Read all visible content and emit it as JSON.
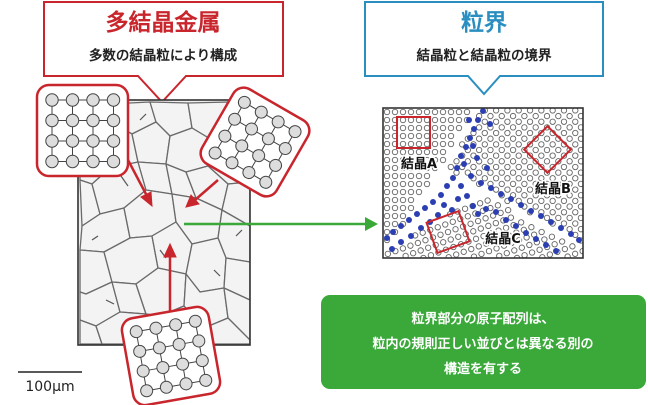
{
  "polycrystal": {
    "title": "多結晶金属",
    "subtitle": "多数の結晶粒により構成"
  },
  "grain_boundary": {
    "title": "粒界",
    "subtitle": "結晶粒と結晶粒の境界"
  },
  "crystals": {
    "a": "結晶A",
    "b": "結晶B",
    "c": "結晶C"
  },
  "note": {
    "line1": "粒界部分の原子配列は、",
    "line2": "粒内の規則正しい並びとは異なる別の",
    "line3": "構造を有する"
  },
  "scale_bar": {
    "label": "100μm"
  },
  "colors": {
    "red": "#c8262c",
    "blue": "#2a8fc0",
    "green": "#3aa93a",
    "atom_blue": "#2b3fb3"
  }
}
